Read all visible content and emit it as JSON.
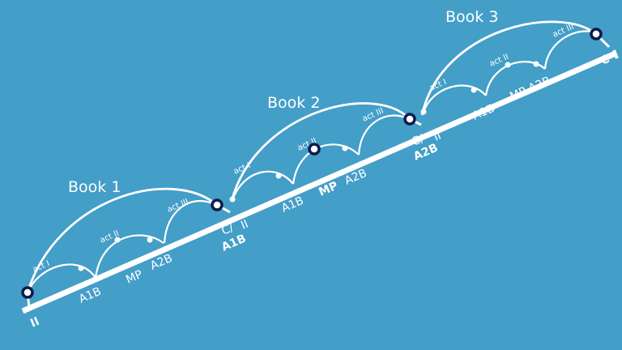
{
  "colors": {
    "background": "#439ec8",
    "line": "#ffffff",
    "node_ring": "#0d1b4d"
  },
  "books": [
    {
      "title": "Book 1",
      "acts": [
        "act I",
        "act II",
        "act III"
      ],
      "labels": {
        "start": "II",
        "a1b": "A1B",
        "mp": "MP",
        "a2b": "A2B",
        "end_c": "C/",
        "end_ii": "II",
        "end_bold": "A1B"
      }
    },
    {
      "title": "Book 2",
      "acts": [
        "act I",
        "act II",
        "act III"
      ],
      "labels": {
        "a1b": "A1B",
        "mp": "MP",
        "a2b": "A2B",
        "end_c": "C/",
        "end_ii": "II",
        "end_bold": "A2B"
      }
    },
    {
      "title": "Book 3",
      "acts": [
        "act I",
        "act II",
        "act III"
      ],
      "labels": {
        "a1b": "A1B",
        "mp_a2b": "MP A2B",
        "end": "C"
      }
    }
  ]
}
